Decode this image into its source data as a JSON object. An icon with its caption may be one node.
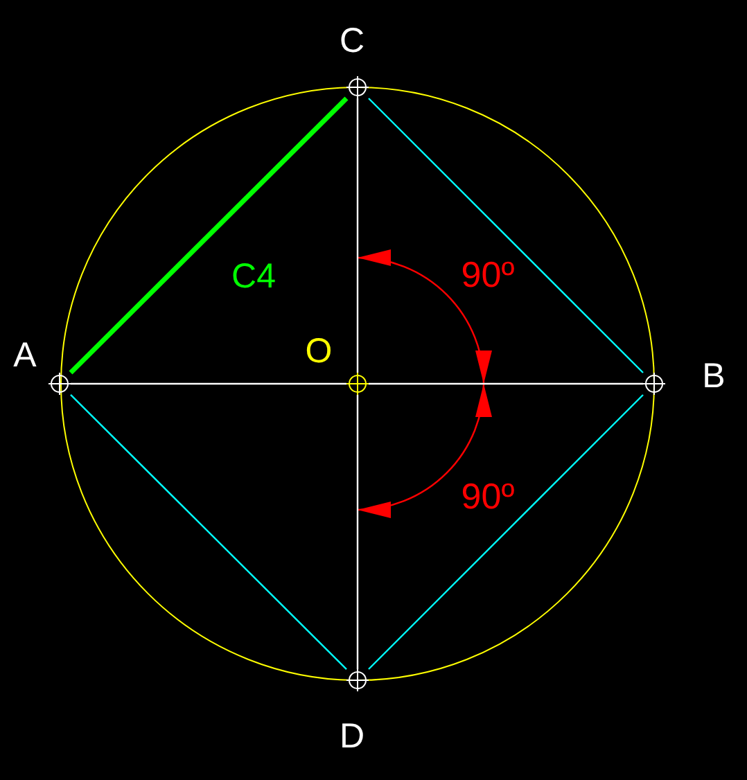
{
  "diagram": {
    "nodes": [
      {
        "text": [],
        "shape": "circle",
        "beside": [
          "A"
        ]
      },
      {
        "text": [],
        "shape": "circle",
        "beside": [
          "B"
        ]
      },
      {
        "text": [],
        "shape": "circle",
        "beside": [
          "C"
        ]
      },
      {
        "text": [],
        "shape": "circle",
        "beside": [
          "D"
        ]
      },
      {
        "text": [],
        "shape": "circle",
        "beside": [
          "O"
        ]
      }
    ],
    "edges": [
      {
        "from": 0,
        "to": 2,
        "arrow": "none",
        "color": "#00ff00",
        "style": "thick",
        "label": "C4"
      },
      {
        "from": 2,
        "to": 1,
        "arrow": "none",
        "color": "#00ffff"
      },
      {
        "from": 1,
        "to": 3,
        "arrow": "none",
        "color": "#00ffff"
      },
      {
        "from": 3,
        "to": 0,
        "arrow": "none",
        "color": "#00ffff"
      },
      {
        "from": 0,
        "to": 4,
        "arrow": "none"
      },
      {
        "from": 4,
        "to": 1,
        "arrow": "none"
      },
      {
        "from": 2,
        "to": 4,
        "arrow": "none"
      },
      {
        "from": 4,
        "to": 3,
        "arrow": "none"
      }
    ],
    "labels": [
      "90º",
      "90º"
    ]
  }
}
